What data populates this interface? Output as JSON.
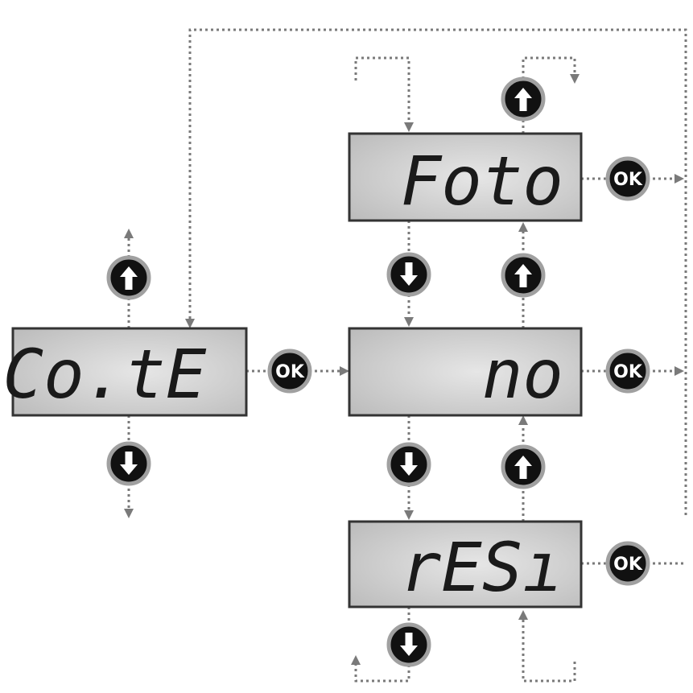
{
  "displays": {
    "cote": "Co.tE",
    "foto": "Foto",
    "no": "no",
    "resi": "rESı"
  },
  "buttons": {
    "ok": "OK"
  },
  "colors": {
    "lcd_fill": "#c9c9c9",
    "lcd_border": "#333333",
    "button_fill": "#111111",
    "button_ring": "#a0a0a0",
    "connector": "#7a7a7a"
  },
  "icons": {
    "up": "up-arrow-button-icon",
    "down": "down-arrow-button-icon"
  }
}
